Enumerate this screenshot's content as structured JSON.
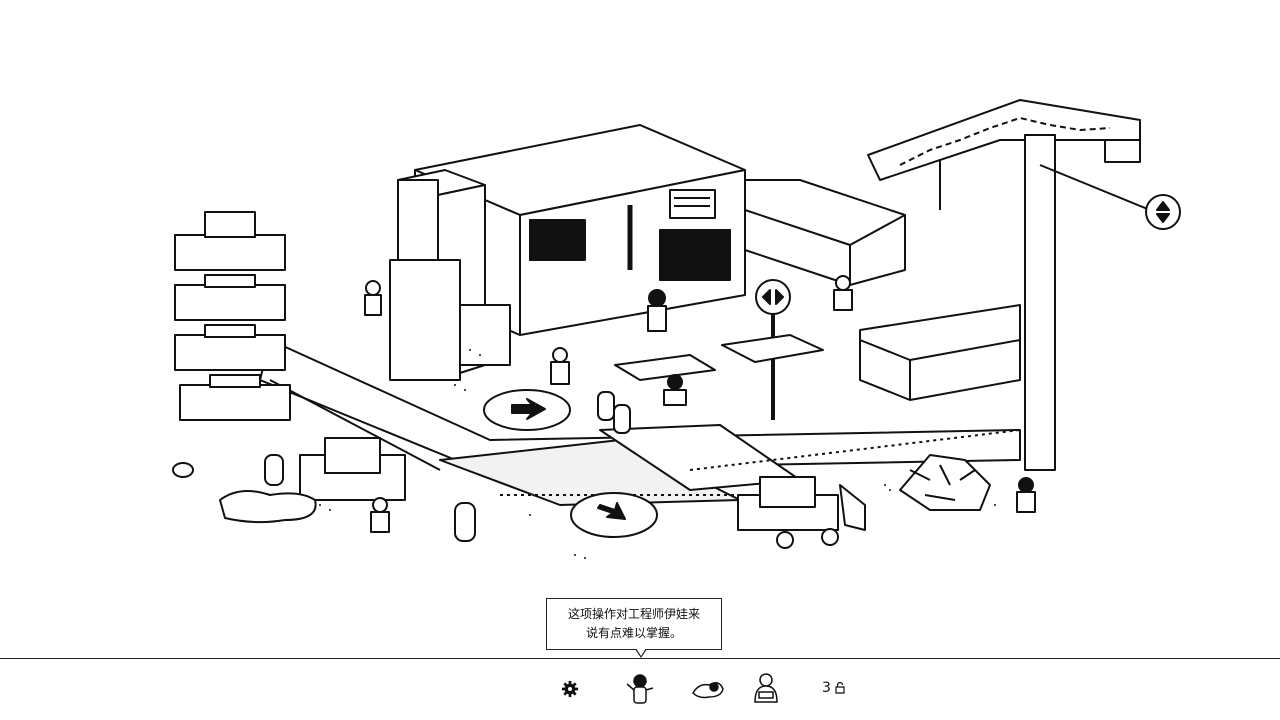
{
  "tooltip": {
    "line1": "这项操作对工程师伊娃来",
    "line2": "说有点难以掌握。"
  },
  "toolbar": {
    "settings_icon": "gear-icon",
    "targets": [
      "engineer-eva-target",
      "pile-target",
      "seated-person-target"
    ],
    "hint_count": "3",
    "hint_icon": "lock-icon"
  }
}
